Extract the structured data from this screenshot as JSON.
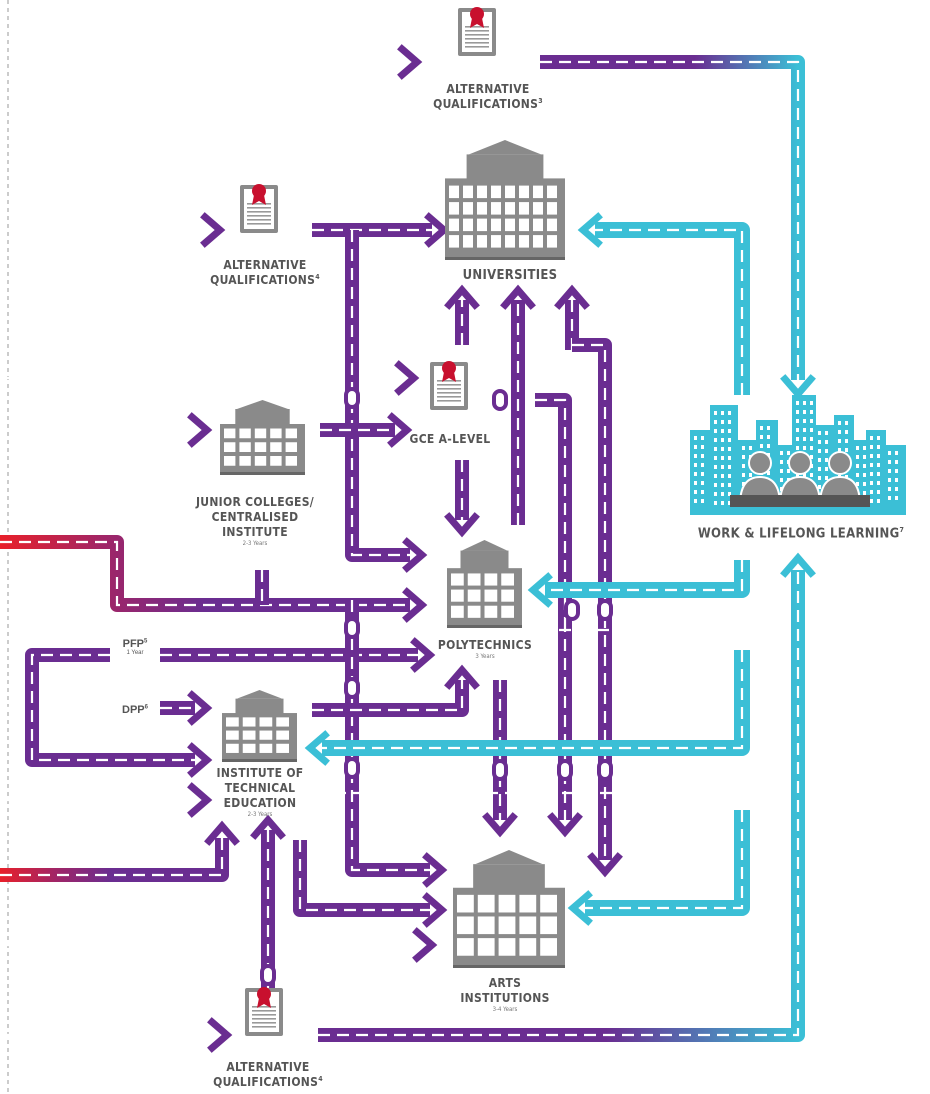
{
  "colors": {
    "purple": "#6a2d91",
    "red": "#e8202a",
    "cyan": "#3bbfd6",
    "icon_grey": "#8a8a8a",
    "ribbon_red": "#c8102e",
    "text": "#555555"
  },
  "nodes": {
    "alt_qual_top": {
      "title": "ALTERNATIVE",
      "title2": "QUALIFICATIONS",
      "sup": "3",
      "icon": "certificate-icon"
    },
    "alt_qual_mid": {
      "title": "ALTERNATIVE",
      "title2": "QUALIFICATIONS",
      "sup": "4",
      "icon": "certificate-icon"
    },
    "universities": {
      "title": "UNIVERSITIES",
      "icon": "university-building-icon"
    },
    "gce_a_level": {
      "title": "GCE A-LEVEL",
      "icon": "certificate-icon"
    },
    "junior_colleges": {
      "title": "JUNIOR COLLEGES/",
      "title2": "CENTRALISED",
      "title3": "INSTITUTE",
      "duration": "2-3 Years",
      "icon": "school-building-icon"
    },
    "polytechnics": {
      "title": "POLYTECHNICS",
      "duration": "3 Years",
      "icon": "polytechnic-building-icon"
    },
    "pfp": {
      "title": "PFP",
      "sup": "5",
      "duration": "1 Year"
    },
    "dpp": {
      "title": "DPP",
      "sup": "6"
    },
    "ite": {
      "title": "INSTITUTE OF",
      "title2": "TECHNICAL",
      "title3": "EDUCATION",
      "duration": "2-3 Years",
      "icon": "ite-building-icon"
    },
    "arts": {
      "title": "ARTS",
      "title2": "INSTITUTIONS",
      "duration": "3-4 Years",
      "icon": "arts-building-icon"
    },
    "alt_qual_bottom": {
      "title": "ALTERNATIVE",
      "title2": "QUALIFICATIONS",
      "sup": "4",
      "icon": "certificate-icon"
    },
    "work": {
      "title": "WORK & LIFELONG LEARNING",
      "sup": "7",
      "icon": "city-skyline-icon"
    }
  }
}
